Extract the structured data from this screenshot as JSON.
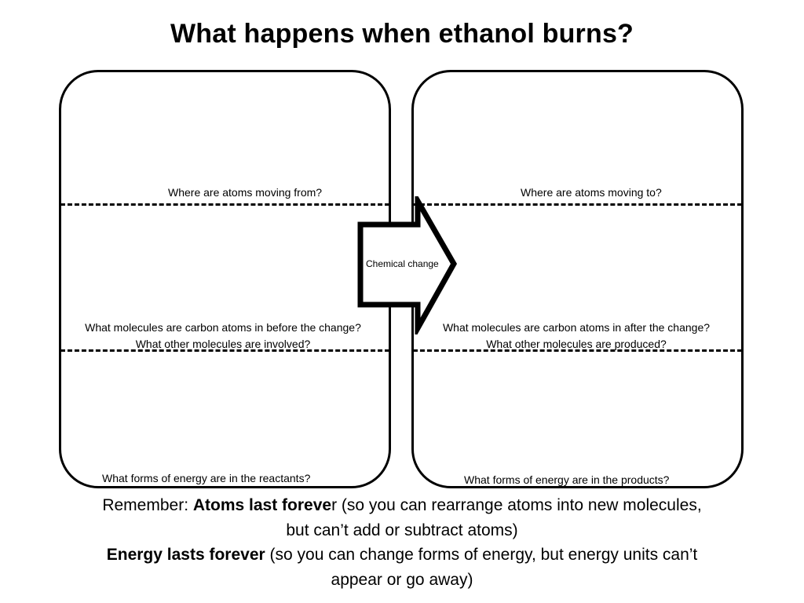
{
  "title": "What happens when ethanol burns?",
  "left_panel": {
    "q_atoms": "Where are atoms moving from?",
    "q_molecules_1": "What molecules are carbon atoms in before the change?",
    "q_molecules_2": "What other molecules are involved?",
    "q_energy": "What forms of energy are in the reactants?"
  },
  "right_panel": {
    "q_atoms": "Where are atoms moving to?",
    "q_molecules_1": "What molecules are carbon atoms in after the change?",
    "q_molecules_2": "What other molecules are produced?",
    "q_energy": "What forms of energy are in the products?"
  },
  "arrow": {
    "label": "Chemical change"
  },
  "remember": {
    "prefix": "Remember: ",
    "atoms_bold": "Atoms last foreve",
    "atoms_r": "r",
    "atoms_rest_1": " (so you can rearrange atoms into new molecules,",
    "atoms_rest_2": "but can’t add or subtract atoms)",
    "energy_bold": "Energy lasts forever",
    "energy_rest_1": " (so you can change forms of energy, but energy units can’t",
    "energy_rest_2": "appear or go away)"
  }
}
